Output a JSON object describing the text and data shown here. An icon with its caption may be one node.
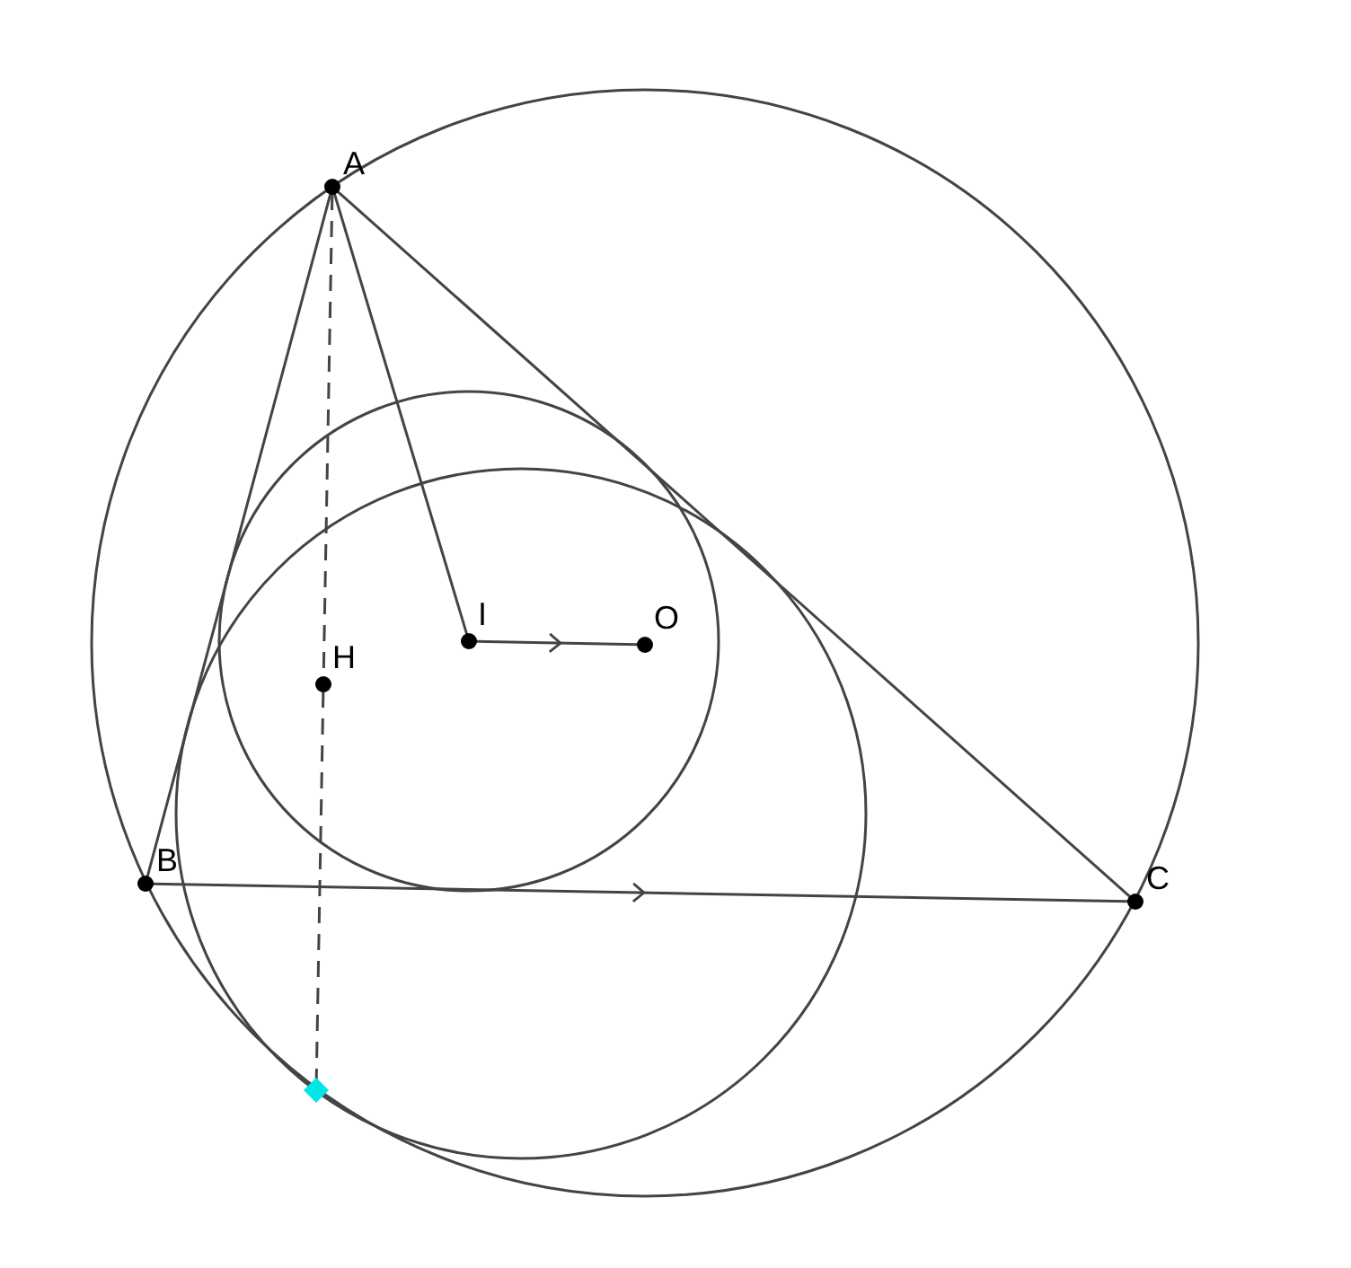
{
  "diagram": {
    "nodes": [
      {
        "text": [
          "A"
        ]
      },
      {
        "text": [
          "B"
        ]
      },
      {
        "text": [
          "C"
        ]
      },
      {
        "text": [
          "I"
        ]
      },
      {
        "text": [
          "O"
        ]
      },
      {
        "text": [
          "H"
        ]
      },
      {
        "text": [],
        "shape": "diamond"
      }
    ],
    "edges": [
      {
        "from": 0,
        "to": 1,
        "arrow": "none"
      },
      {
        "from": 0,
        "to": 2,
        "arrow": "none"
      },
      {
        "from": 1,
        "to": 2,
        "arrow": "to"
      },
      {
        "from": 0,
        "to": 3,
        "arrow": "none"
      },
      {
        "from": 3,
        "to": 4,
        "arrow": "to"
      },
      {
        "from": 0,
        "to": 5,
        "arrow": "none",
        "style": "dashed"
      },
      {
        "from": 5,
        "to": 6,
        "arrow": "none",
        "style": "dashed"
      }
    ]
  }
}
